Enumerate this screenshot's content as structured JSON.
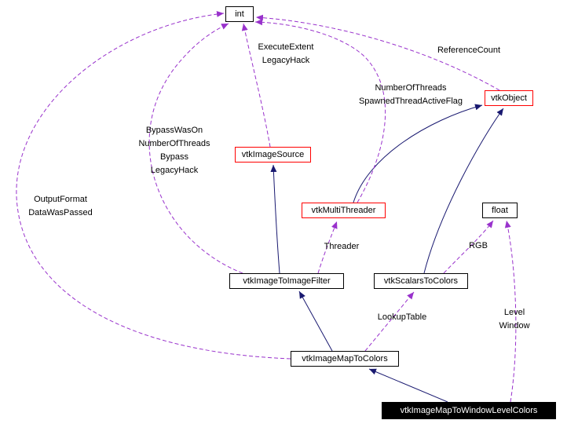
{
  "diagram": {
    "kind": "collaboration-graph",
    "colors": {
      "background": "#ffffff",
      "inheritance": "#191970",
      "usage": "#9932cc",
      "node_border": "#000000",
      "truncated_border": "#ff0000",
      "main_bg": "#000000",
      "main_text": "#ffffff"
    },
    "nodes": {
      "int": "int",
      "vtkObject": "vtkObject",
      "vtkImageSource": "vtkImageSource",
      "vtkMultiThreader": "vtkMultiThreader",
      "float": "float",
      "vtkImageToImageFilter": "vtkImageToImageFilter",
      "vtkScalarsToColors": "vtkScalarsToColors",
      "vtkImageMapToColors": "vtkImageMapToColors",
      "vtkImageMapToWindowLevelColors": "vtkImageMapToWindowLevelColors"
    },
    "edge_labels": {
      "execute": [
        "ExecuteExtent",
        "LegacyHack"
      ],
      "reference": [
        "ReferenceCount"
      ],
      "threads": [
        "NumberOfThreads",
        "SpawnedThreadActiveFlag"
      ],
      "bypass": [
        "BypassWasOn",
        "NumberOfThreads",
        "Bypass",
        "LegacyHack"
      ],
      "output": [
        "OutputFormat",
        "DataWasPassed"
      ],
      "threader": [
        "Threader"
      ],
      "rgb": [
        "RGB"
      ],
      "lookup": [
        "LookupTable"
      ],
      "level_window": [
        "Level",
        "Window"
      ]
    },
    "edges": [
      {
        "from": "vtkImageToImageFilter",
        "to": "vtkImageSource",
        "kind": "inheritance",
        "label": null
      },
      {
        "from": "vtkImageMapToColors",
        "to": "vtkImageToImageFilter",
        "kind": "inheritance",
        "label": null
      },
      {
        "from": "vtkImageMapToWindowLevelColors",
        "to": "vtkImageMapToColors",
        "kind": "inheritance",
        "label": null
      },
      {
        "from": "vtkScalarsToColors",
        "to": "vtkObject",
        "kind": "inheritance",
        "label": null
      },
      {
        "from": "vtkMultiThreader",
        "to": "vtkObject",
        "kind": "inheritance",
        "label": null
      },
      {
        "from": "vtkImageSource",
        "to": "int",
        "kind": "usage",
        "label": "ExecuteExtent, LegacyHack"
      },
      {
        "from": "vtkObject",
        "to": "int",
        "kind": "usage",
        "label": "ReferenceCount"
      },
      {
        "from": "vtkMultiThreader",
        "to": "int",
        "kind": "usage",
        "label": "NumberOfThreads, SpawnedThreadActiveFlag"
      },
      {
        "from": "vtkImageToImageFilter",
        "to": "int",
        "kind": "usage",
        "label": "BypassWasOn, NumberOfThreads, Bypass, LegacyHack"
      },
      {
        "from": "vtkImageMapToColors",
        "to": "int",
        "kind": "usage",
        "label": "OutputFormat, DataWasPassed"
      },
      {
        "from": "vtkImageToImageFilter",
        "to": "vtkMultiThreader",
        "kind": "usage",
        "label": "Threader"
      },
      {
        "from": "vtkScalarsToColors",
        "to": "float",
        "kind": "usage",
        "label": "RGB"
      },
      {
        "from": "vtkImageMapToColors",
        "to": "vtkScalarsToColors",
        "kind": "usage",
        "label": "LookupTable"
      },
      {
        "from": "vtkImageMapToWindowLevelColors",
        "to": "float",
        "kind": "usage",
        "label": "Level, Window"
      }
    ]
  }
}
